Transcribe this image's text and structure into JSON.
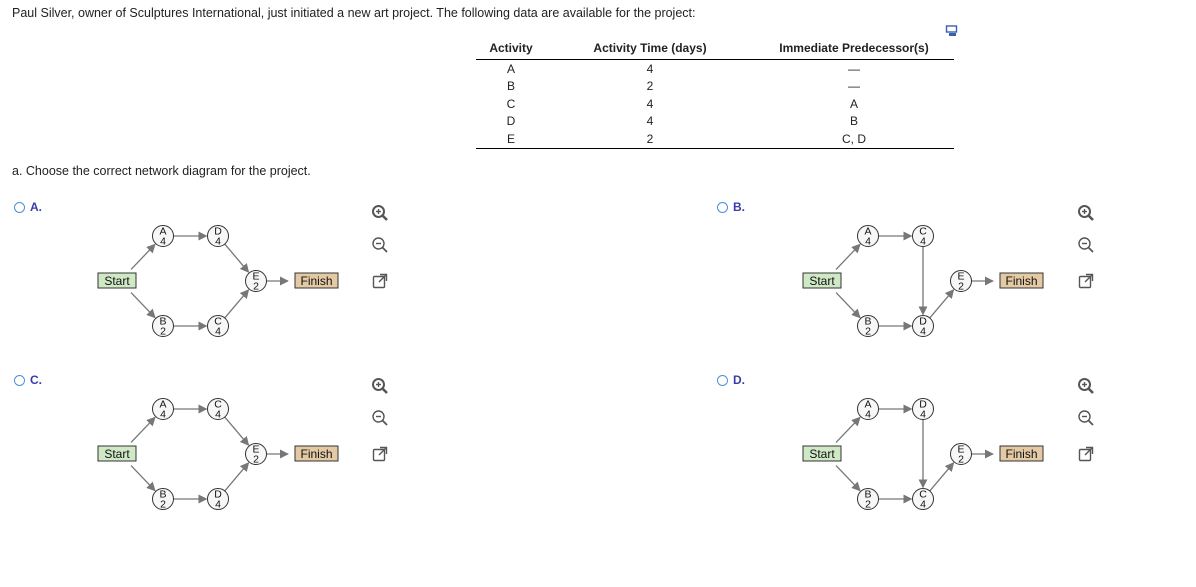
{
  "intro": "Paul Silver, owner of Sculptures International, just initiated a new art project. The following data are available for the project:",
  "table": {
    "headers": [
      "Activity",
      "Activity Time (days)",
      "Immediate Predecessor(s)"
    ],
    "rows": [
      [
        "A",
        "4",
        "—"
      ],
      [
        "B",
        "2",
        "—"
      ],
      [
        "C",
        "4",
        "A"
      ],
      [
        "D",
        "4",
        "B"
      ],
      [
        "E",
        "2",
        "C, D"
      ]
    ]
  },
  "question": "a. Choose the correct network diagram for the project.",
  "options": [
    {
      "label": "A.",
      "start": "Start",
      "finish": "Finish",
      "nodes": {
        "top1": [
          "A",
          "4"
        ],
        "top2": [
          "D",
          "4"
        ],
        "bot1": [
          "B",
          "2"
        ],
        "bot2": [
          "C",
          "4"
        ],
        "end": [
          "E",
          "2"
        ]
      },
      "layout": "parallel"
    },
    {
      "label": "B.",
      "start": "Start",
      "finish": "Finish",
      "nodes": {
        "top1": [
          "A",
          "4"
        ],
        "top2": [
          "C",
          "4"
        ],
        "bot1": [
          "B",
          "2"
        ],
        "bot2": [
          "D",
          "4"
        ],
        "end": [
          "E",
          "2"
        ]
      },
      "layout": "cross"
    },
    {
      "label": "C.",
      "start": "Start",
      "finish": "Finish",
      "nodes": {
        "top1": [
          "A",
          "4"
        ],
        "top2": [
          "C",
          "4"
        ],
        "bot1": [
          "B",
          "2"
        ],
        "bot2": [
          "D",
          "4"
        ],
        "end": [
          "E",
          "2"
        ]
      },
      "layout": "parallel"
    },
    {
      "label": "D.",
      "start": "Start",
      "finish": "Finish",
      "nodes": {
        "top1": [
          "A",
          "4"
        ],
        "top2": [
          "D",
          "4"
        ],
        "bot1": [
          "B",
          "2"
        ],
        "bot2": [
          "C",
          "4"
        ],
        "end": [
          "E",
          "2"
        ]
      },
      "layout": "cross"
    }
  ],
  "icons": {
    "zoom_in": "zoom-in-icon",
    "zoom_out": "zoom-out-icon",
    "expand": "open-new-window-icon",
    "corner": "copy-icon"
  },
  "colors": {
    "start_fill": "#cfe8c6",
    "finish_fill": "#e3c9a4",
    "arrow": "#777777",
    "node_fill": "#f7f7f7"
  }
}
